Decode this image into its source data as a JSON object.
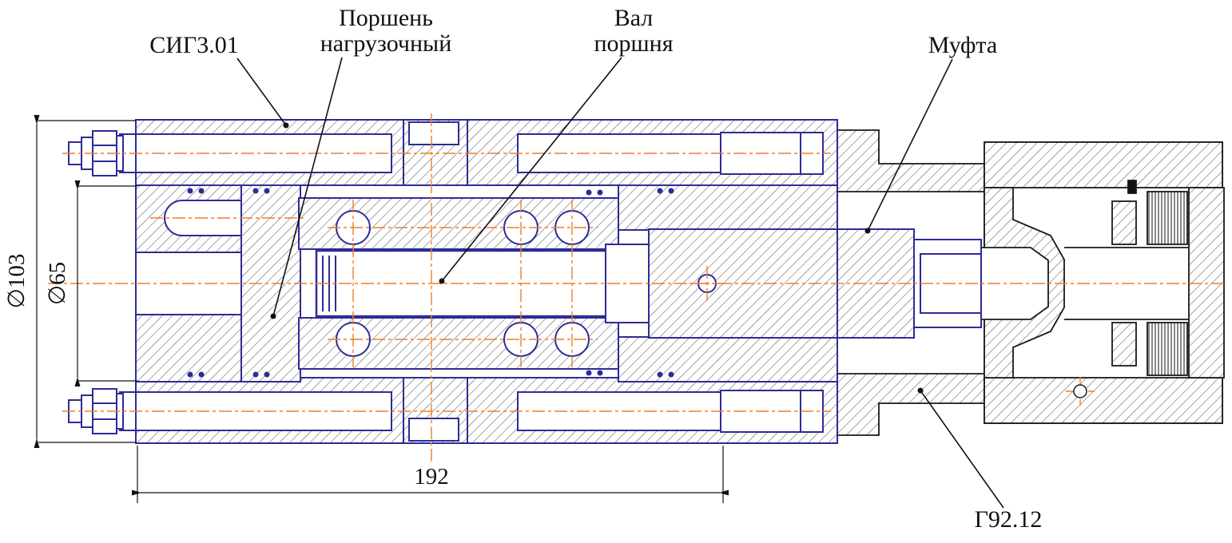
{
  "drawing": {
    "labels": {
      "sig": "СИГ3.01",
      "piston_line1": "Поршень",
      "piston_line2": "нагрузочный",
      "shaft_line1": "Вал",
      "shaft_line2": "поршня",
      "coupling": "Муфта",
      "unit": "Г92.12"
    },
    "dimensions": {
      "outer_diameter": "∅103",
      "bore_diameter": "∅65",
      "length": "192"
    },
    "colors": {
      "part_blue": "#2c2c97",
      "centerline_orange": "#f07d28",
      "outline": "#1a1a1a"
    }
  }
}
